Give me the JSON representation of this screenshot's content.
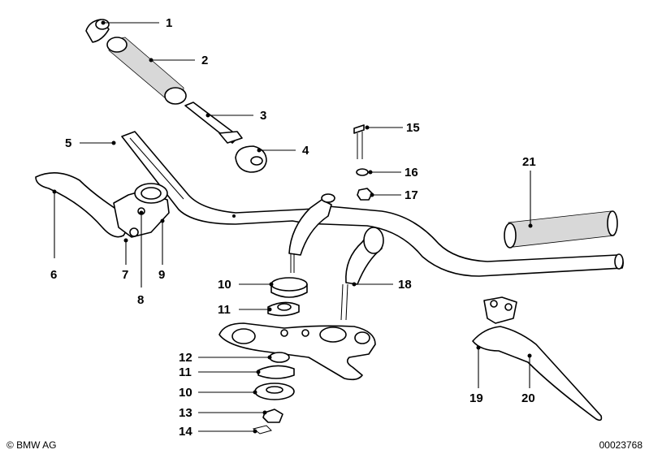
{
  "diagram": {
    "callouts": [
      "1",
      "2",
      "3",
      "4",
      "5",
      "6",
      "7",
      "8",
      "9",
      "10",
      "11",
      "12",
      "11",
      "10",
      "13",
      "14",
      "15",
      "16",
      "17",
      "18",
      "19",
      "20",
      "21"
    ],
    "copyright": "© BMW AG",
    "image_number": "00023768"
  }
}
